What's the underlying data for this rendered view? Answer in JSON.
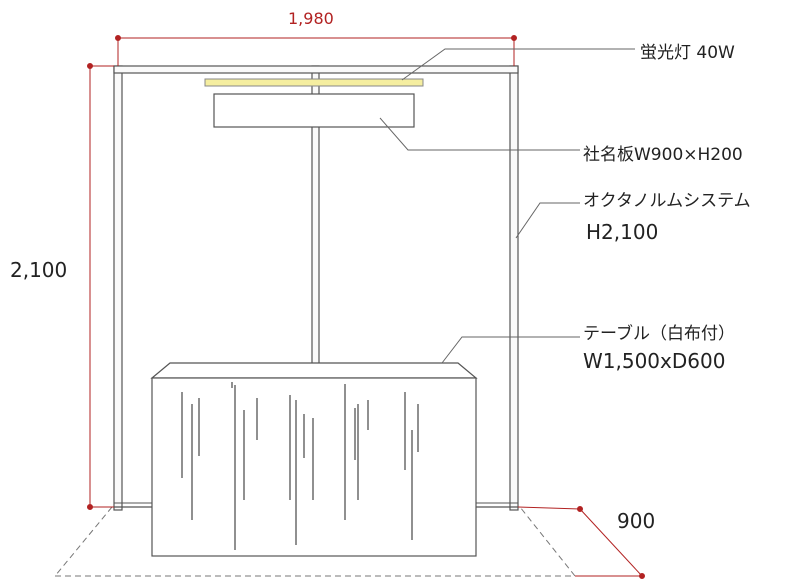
{
  "dimensions": {
    "width": "1,980",
    "height": "2,100",
    "depth": "900"
  },
  "callouts": {
    "light": "蛍光灯 40W",
    "signboard": "社名板W900×H200",
    "system_name": "オクタノルムシステム",
    "system_height": "H2,100",
    "table_name": "テーブル（白布付）",
    "table_size": "W1,500xD600"
  },
  "colors": {
    "dimension_line": "#b22222",
    "frame": "#555555",
    "light_fill": "#f5eea0",
    "leader": "#666666",
    "dash": "#777777"
  }
}
